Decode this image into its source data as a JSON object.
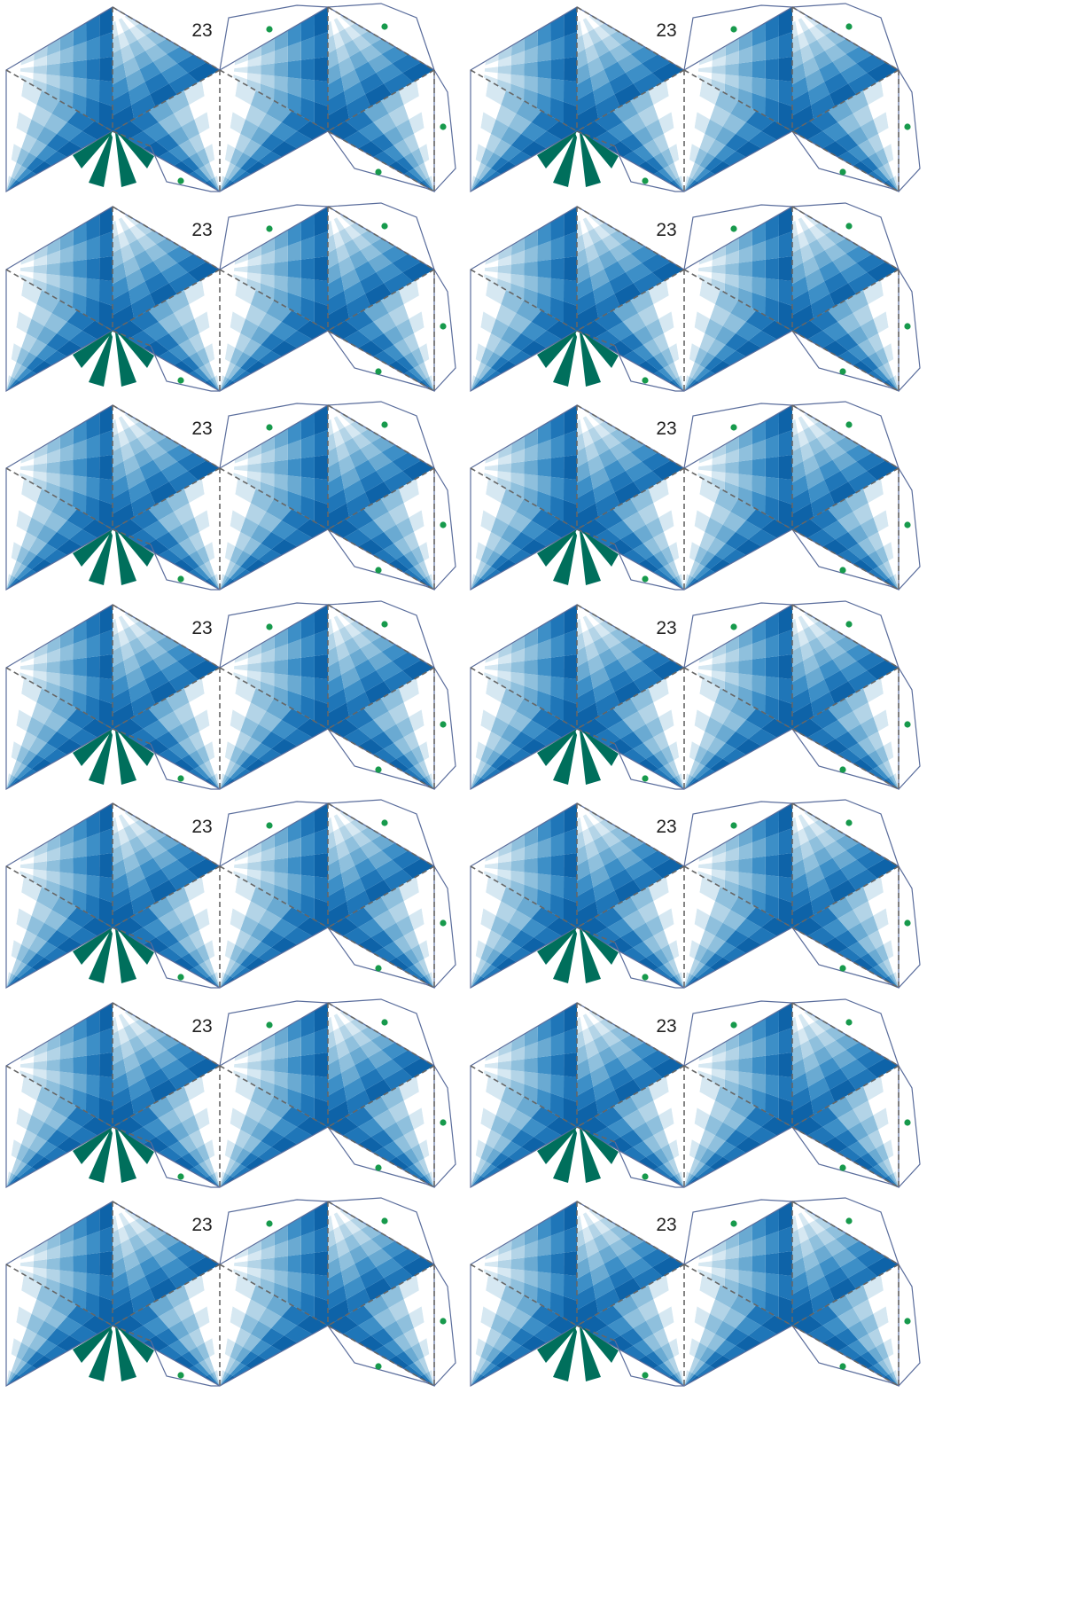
{
  "sheet": {
    "layout": {
      "columns": 2,
      "rows": 7
    },
    "tile_number": "23",
    "colors": {
      "background": "#ffffff",
      "outline": "#5a6d9c",
      "fold_line": "#666666",
      "green_rays": "#006f5c",
      "glue_dot": "#179a4c",
      "blue_shades": [
        "#ffffff",
        "#d6e8f2",
        "#b3d4e7",
        "#8fc0dd",
        "#6aaad2",
        "#3d8fc7",
        "#1f76b8",
        "#0e63a8"
      ]
    },
    "tiles": [
      {
        "number": "23"
      },
      {
        "number": "23"
      },
      {
        "number": "23"
      },
      {
        "number": "23"
      },
      {
        "number": "23"
      },
      {
        "number": "23"
      },
      {
        "number": "23"
      },
      {
        "number": "23"
      },
      {
        "number": "23"
      },
      {
        "number": "23"
      },
      {
        "number": "23"
      },
      {
        "number": "23"
      },
      {
        "number": "23"
      },
      {
        "number": "23"
      }
    ]
  }
}
